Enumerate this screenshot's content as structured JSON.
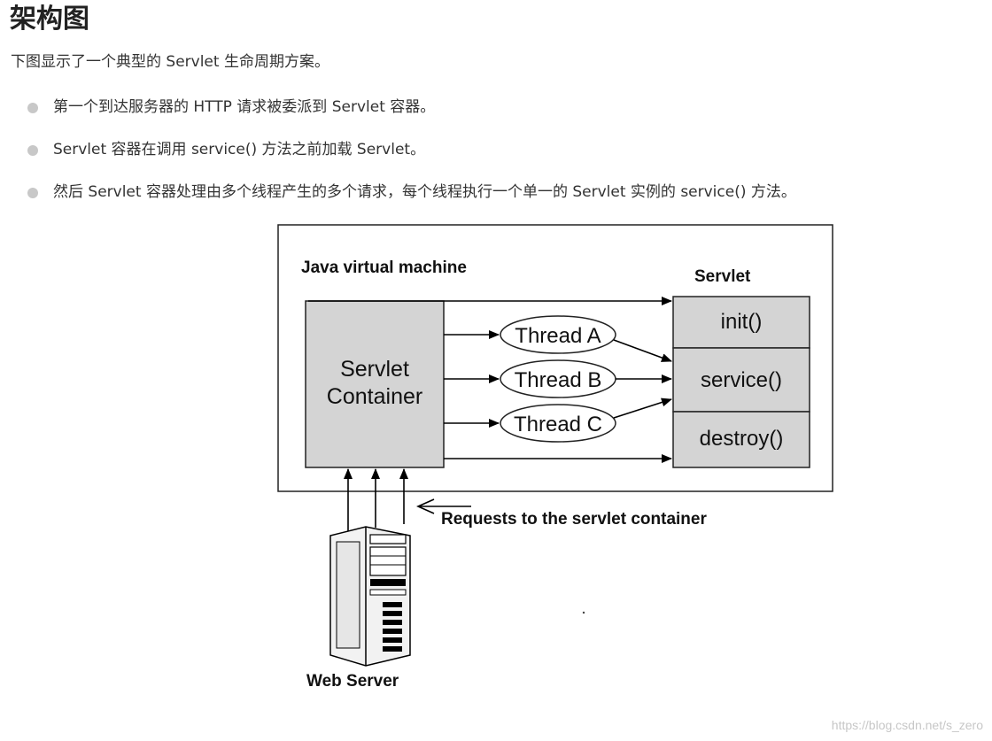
{
  "page": {
    "title": "架构图",
    "intro": "下图显示了一个典型的 Servlet 生命周期方案。",
    "bullets": [
      "第一个到达服务器的 HTTP 请求被委派到 Servlet 容器。",
      "Servlet 容器在调用 service() 方法之前加载 Servlet。",
      "然后 Servlet 容器处理由多个线程产生的多个请求，每个线程执行一个单一的 Servlet 实例的 service() 方法。"
    ]
  },
  "diagram": {
    "jvm_label": "Java virtual machine",
    "container_line1": "Servlet",
    "container_line2": "Container",
    "threads": [
      "Thread A",
      "Thread B",
      "Thread C"
    ],
    "servlet_label": "Servlet",
    "methods": [
      "init()",
      "service()",
      "destroy()"
    ],
    "requests_label": "Requests to the servlet container",
    "web_server_label": "Web Server"
  },
  "watermark": "https://blog.csdn.net/s_zero"
}
